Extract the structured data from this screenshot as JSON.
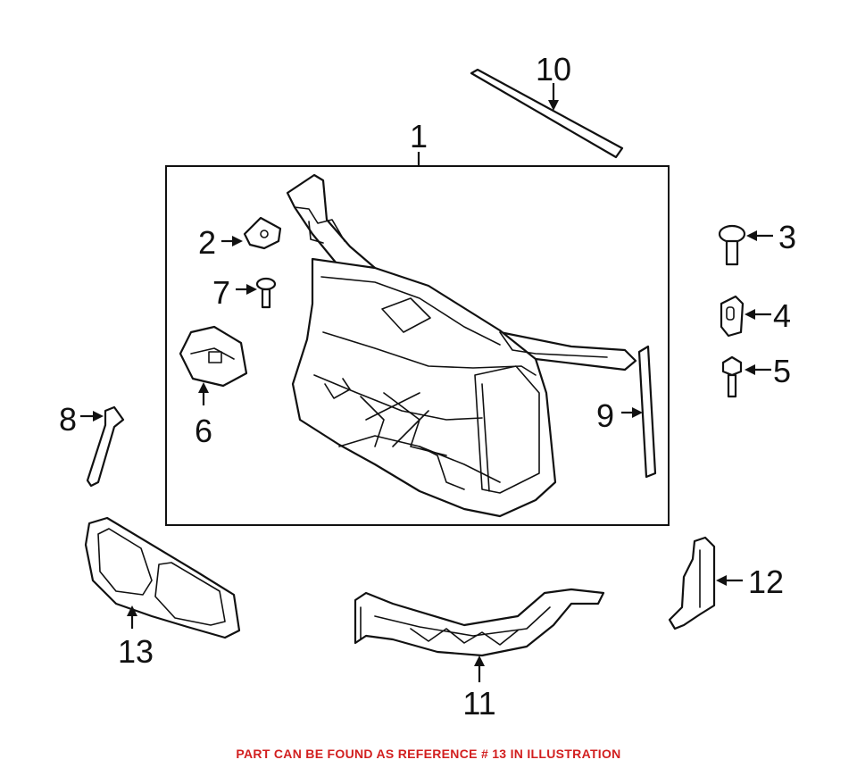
{
  "callouts": {
    "c1": "1",
    "c2": "2",
    "c3": "3",
    "c4": "4",
    "c5": "5",
    "c6": "6",
    "c7": "7",
    "c8": "8",
    "c9": "9",
    "c10": "10",
    "c11": "11",
    "c12": "12",
    "c13": "13"
  },
  "footer": {
    "note": "PART CAN BE FOUND AS REFERENCE # 13 IN ILLUSTRATION",
    "color": "#d21f1f"
  }
}
